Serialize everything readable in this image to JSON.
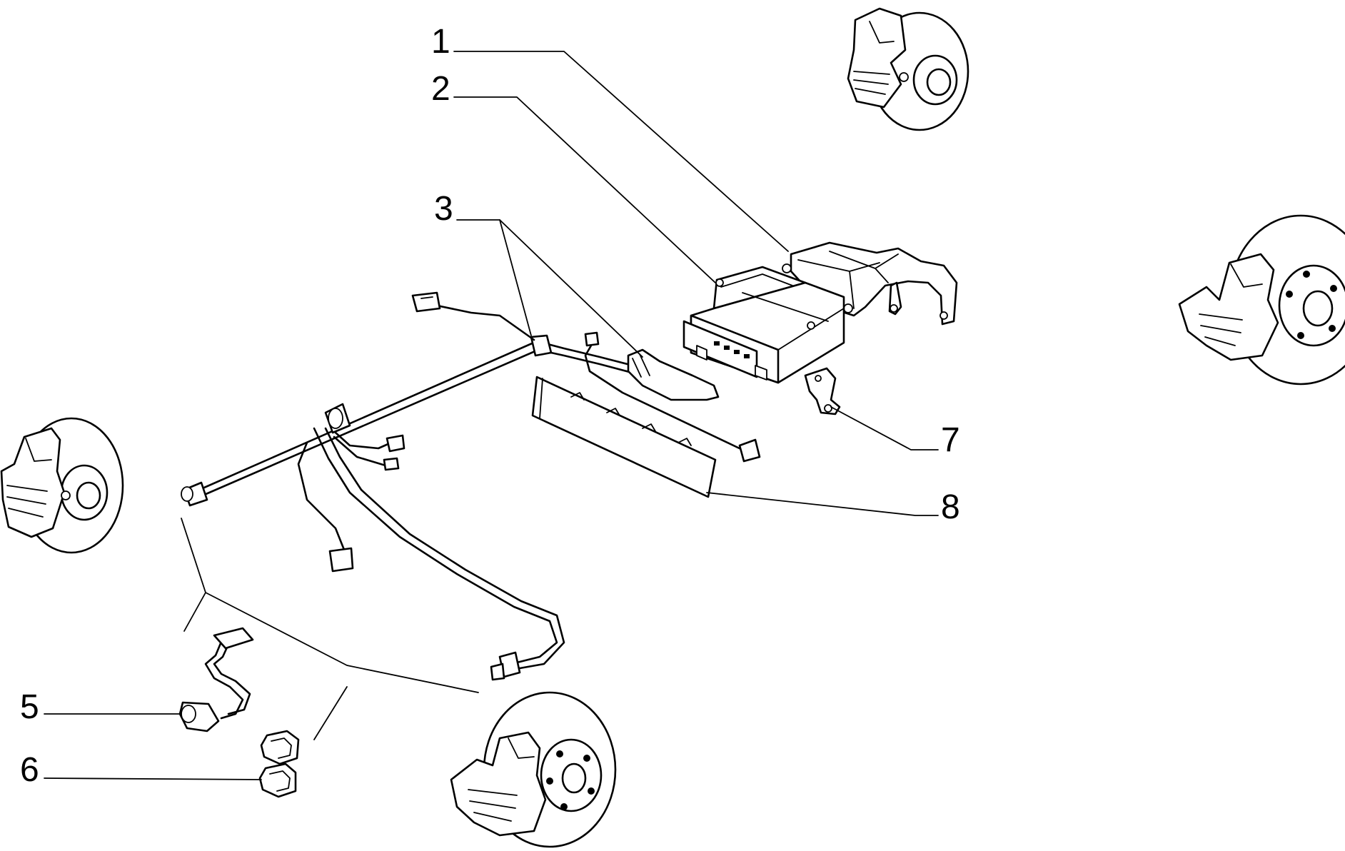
{
  "callouts": [
    {
      "id": "1",
      "label": "1"
    },
    {
      "id": "2",
      "label": "2"
    },
    {
      "id": "3",
      "label": "3"
    },
    {
      "id": "5",
      "label": "5"
    },
    {
      "id": "6",
      "label": "6"
    },
    {
      "id": "7",
      "label": "7"
    },
    {
      "id": "8",
      "label": "8"
    }
  ],
  "colors": {
    "ink": "#000000",
    "paper": "#ffffff"
  }
}
